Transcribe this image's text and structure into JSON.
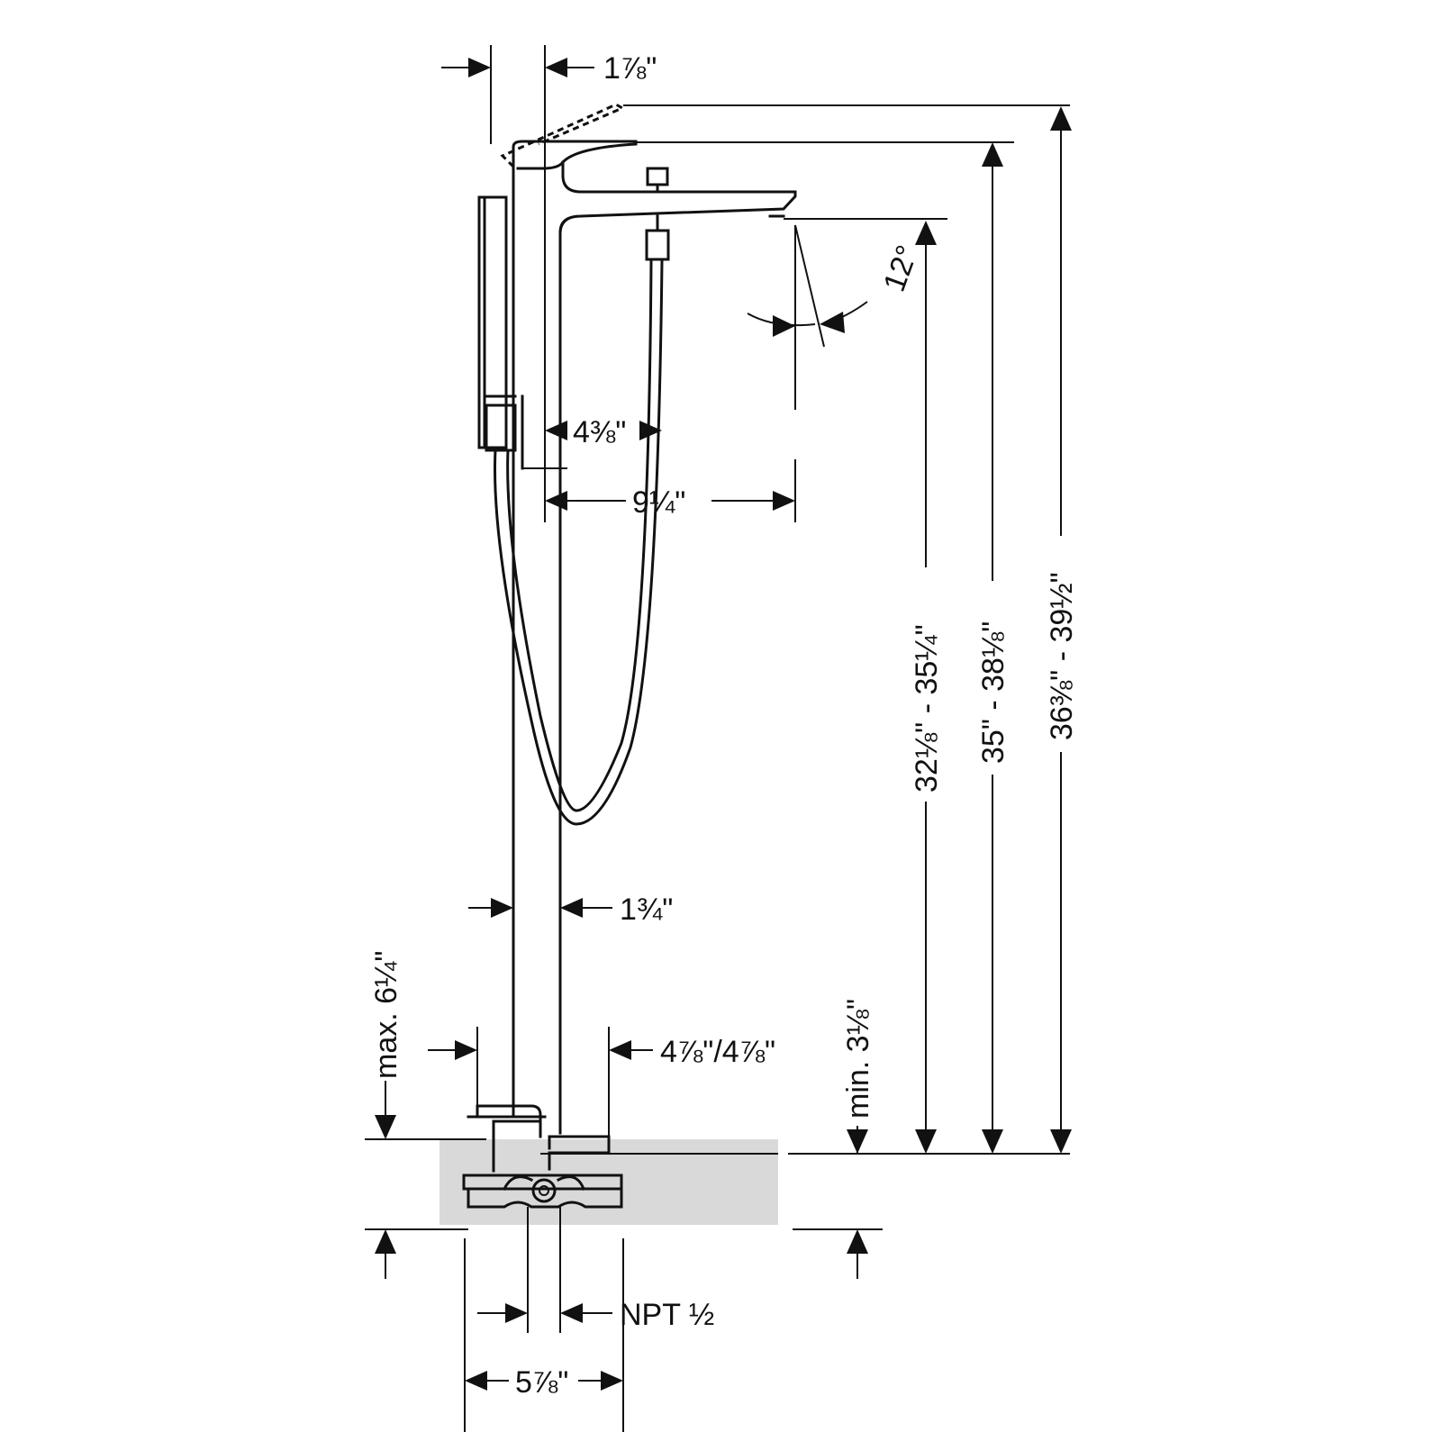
{
  "dimensions": {
    "handle_offset": "1⅞\"",
    "spout_angle": "12°",
    "hose_connection_offset": "4⅜\"",
    "spout_reach": "9¼\"",
    "column_diameter": "1¾\"",
    "max_depth": "max. 6¼\"",
    "base_width": "4⅞\"/4⅞\"",
    "min_depth": "min. 3⅛\"",
    "spout_height": "32⅛\" - 35¼\"",
    "lever_height": "35\" - 38⅛\"",
    "overall_height": "36⅜\" - 39½\"",
    "thread": "NPT ½",
    "rough_width": "5⅞\""
  },
  "colors": {
    "line": "#111111",
    "floor_fill": "#d9d9d9"
  }
}
